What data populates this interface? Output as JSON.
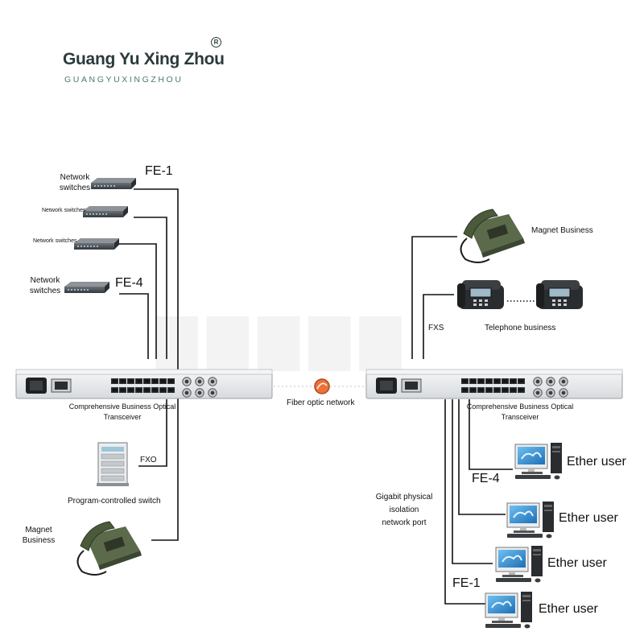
{
  "brand": {
    "name": "Guang Yu Xing Zhou",
    "subtitle": "GUANGYUXINGZHOU",
    "registered": "R"
  },
  "left": {
    "switches": [
      {
        "label_line1": "Network",
        "label_line2": "switches"
      },
      {
        "label": "Network switches"
      },
      {
        "label": "Network switches"
      },
      {
        "label_line1": "Network",
        "label_line2": "switches"
      }
    ],
    "fe_top": "FE-1",
    "fe_bottom": "FE-4",
    "transceiver_label_line1": "Comprehensive Business Optical",
    "transceiver_label_line2": "Transceiver",
    "fxo": "FXO",
    "pbx_label": "Program-controlled switch",
    "magnet_line1": "Magnet",
    "magnet_line2": "Business"
  },
  "center": {
    "fiber_label": "Fiber optic network"
  },
  "right": {
    "magnet_label": "Magnet Business",
    "fxs": "FXS",
    "telephone_label": "Telephone business",
    "transceiver_label_line1": "Comprehensive Business Optical",
    "transceiver_label_line2": "Transceiver",
    "gigabit_line1": "Gigabit physical",
    "gigabit_line2": "isolation",
    "gigabit_line3": "network port",
    "fe_top": "FE-4",
    "fe_bottom": "FE-1",
    "ether_users": [
      "Ether user",
      "Ether user",
      "Ether user",
      "Ether user"
    ]
  },
  "colors": {
    "line": "#111111",
    "chassis": "#e6e8ea",
    "fiber": "#e8743b",
    "phone": "#5b6a4a",
    "monitor": "#3a8fd0"
  }
}
